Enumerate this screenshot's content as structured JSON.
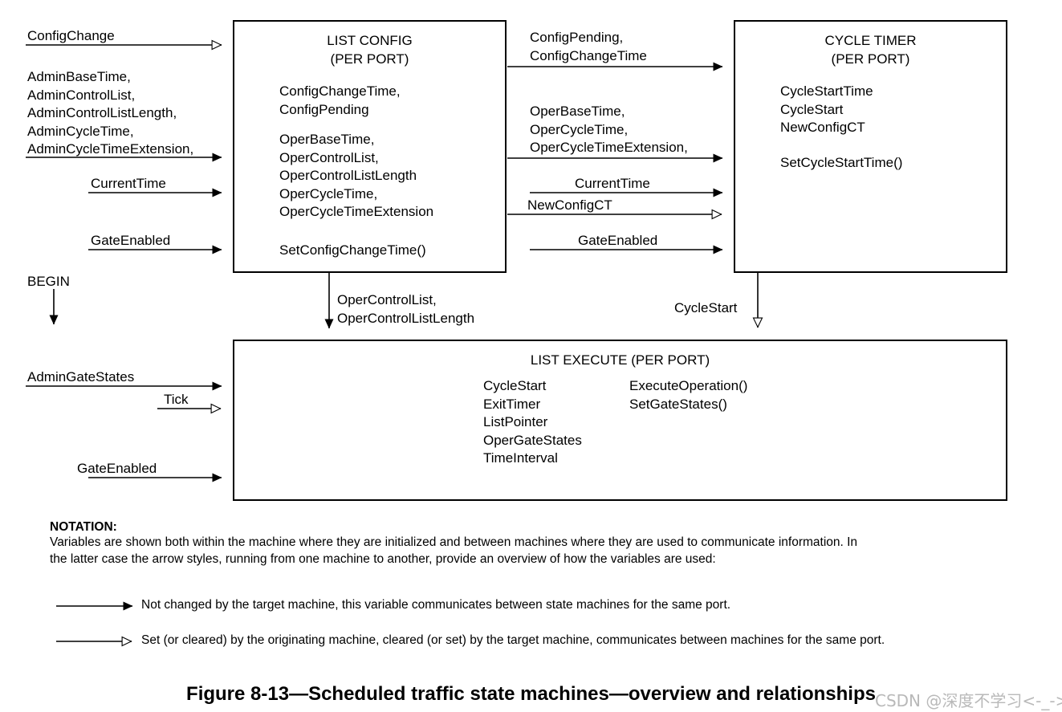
{
  "figure": {
    "caption": "Figure 8-13—Scheduled traffic state machines—overview and relationships",
    "watermark": "CSDN @深度不学习<-_->"
  },
  "boxes": {
    "list_config": {
      "title_line1": "LIST CONFIG",
      "title_line2": "(PER PORT)",
      "group1": "ConfigChangeTime,\nConfigPending",
      "group2": "OperBaseTime,\nOperControlList,\nOperControlListLength\nOperCycleTime,\nOperCycleTimeExtension",
      "group3": "SetConfigChangeTime()"
    },
    "cycle_timer": {
      "title_line1": "CYCLE TIMER",
      "title_line2": "(PER PORT)",
      "group1": "CycleStartTime\nCycleStart\nNewConfigCT",
      "group2": "SetCycleStartTime()"
    },
    "list_execute": {
      "title": "LIST EXECUTE (PER PORT)",
      "col1": "CycleStart\nExitTimer\nListPointer\nOperGateStates\nTimeInterval",
      "col2": "ExecuteOperation()\nSetGateStates()"
    }
  },
  "signals": {
    "config_change": "ConfigChange",
    "admin_group": "AdminBaseTime,\nAdminControlList,\nAdminControlListLength,\nAdminCycleTime,\nAdminCycleTimeExtension,",
    "current_time_left": "CurrentTime",
    "gate_enabled_left": "GateEnabled",
    "begin": "BEGIN",
    "admin_gate_states": "AdminGateStates",
    "tick": "Tick",
    "gate_enabled_exec": "GateEnabled",
    "config_pending_group": "ConfigPending,\nConfigChangeTime",
    "oper_group_mid": "OperBaseTime,\nOperCycleTime,\nOperCycleTimeExtension,",
    "current_time_mid": "CurrentTime",
    "new_config_ct": "NewConfigCT",
    "gate_enabled_mid": "GateEnabled",
    "oper_control_list_down": "OperControlList,\nOperControlListLength",
    "cycle_start_down": "CycleStart"
  },
  "notation": {
    "heading": "NOTATION:",
    "line1": "Variables are shown both within the machine where they are initialized and between machines where they are used to communicate information. In",
    "line2": "the latter case the arrow styles, running from one machine to another, provide an overview of how the variables are used:",
    "legend": [
      {
        "arrow": "filled-arrow-icon",
        "text": "Not changed by the target machine, this variable communicates between state machines for the same port."
      },
      {
        "arrow": "hollow-arrow-icon",
        "text": "Set (or cleared) by the originating machine, cleared (or set) by the target machine, communicates between machines for the same port."
      }
    ]
  },
  "colors": {
    "line": "#000000",
    "background": "#ffffff",
    "watermark": "#b9b9b9"
  }
}
